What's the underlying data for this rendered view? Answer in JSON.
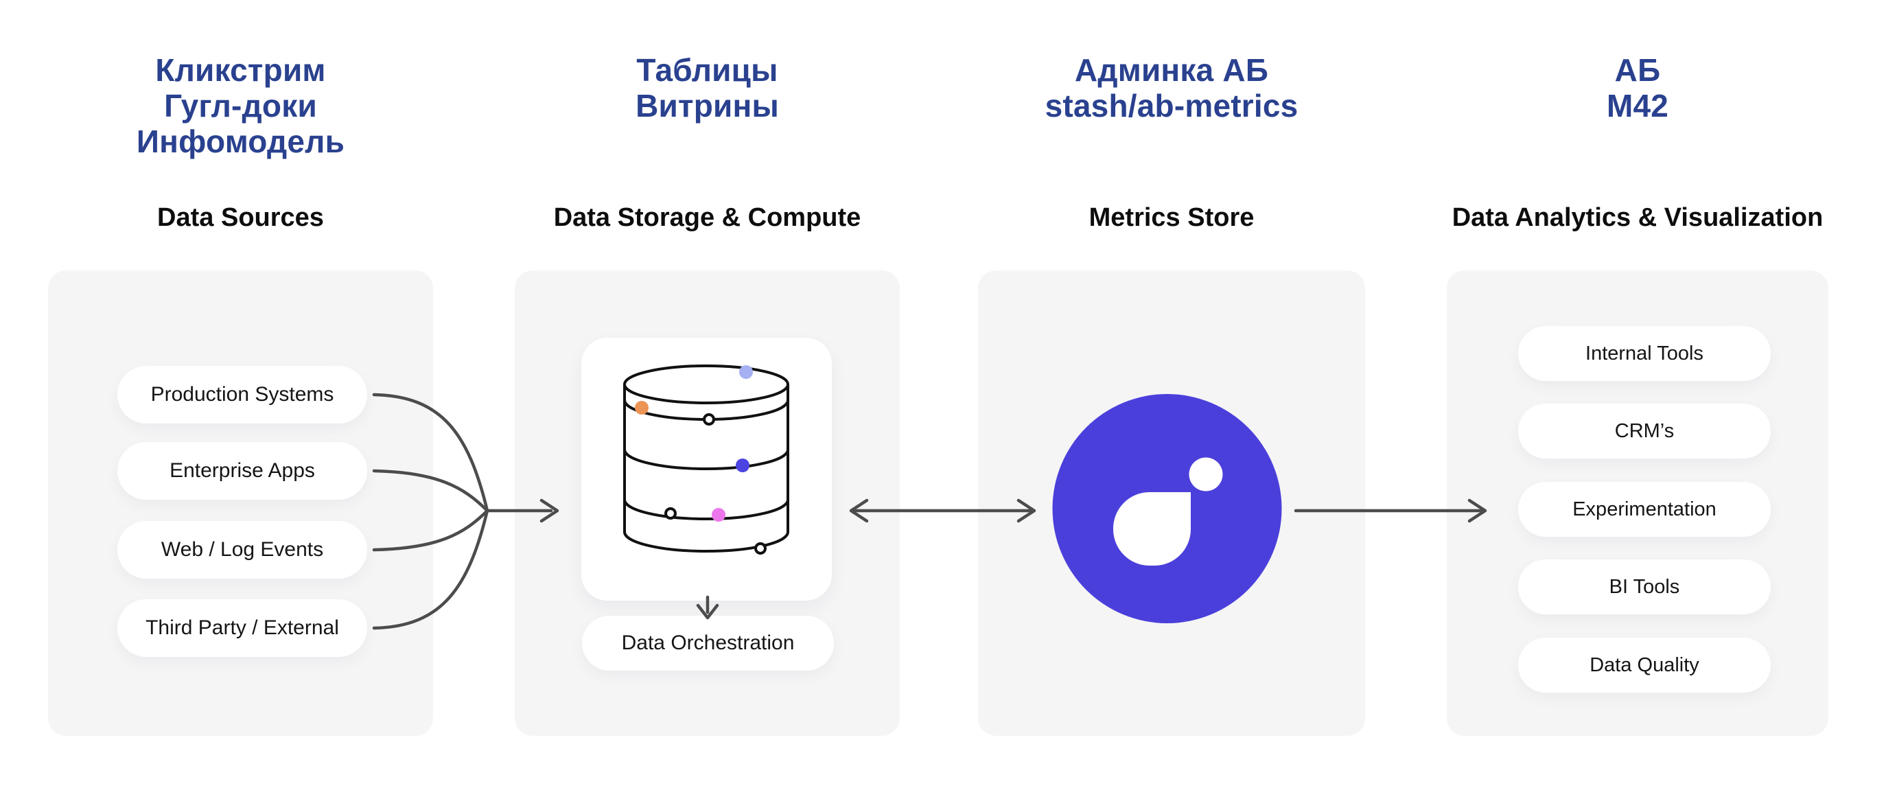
{
  "page": {
    "background": "#ffffff"
  },
  "colors": {
    "title_blue": "#2A418F",
    "subtitle_black": "#0D0D0D",
    "panel_gray": "#F5F5F6",
    "pill_white": "#FFFFFF",
    "arrow_gray": "#4C4C4C",
    "logo_purple": "#4B3FDB",
    "cylinder_stroke": "#111111",
    "dot_periwinkle": "#A5B0F3",
    "dot_orange": "#EC9455",
    "dot_indigo": "#4B44E0",
    "dot_pink": "#EC77EC",
    "ring_dot_fill": "#FFFFFF"
  },
  "columns": [
    {
      "title_lines": [
        "Кликстрим",
        "Гугл-доки",
        "Инфомодель"
      ],
      "subtitle": "Data Sources",
      "pills": [
        "Production Systems",
        "Enterprise Apps",
        "Web / Log Events",
        "Third Party / External"
      ]
    },
    {
      "title_lines": [
        "Таблицы",
        "Витрины"
      ],
      "subtitle": "Data Storage & Compute",
      "icon": "database-cylinder-icon",
      "orchestration_label": "Data Orchestration"
    },
    {
      "title_lines": [
        "Админка АБ",
        "stash/ab-metrics"
      ],
      "subtitle": "Metrics Store",
      "icon": "metrics-droplet-logo-icon"
    },
    {
      "title_lines": [
        "АБ",
        "М42"
      ],
      "subtitle": "Data Analytics & Visualization",
      "pills": [
        "Internal Tools",
        "CRM’s",
        "Experimentation",
        "BI Tools",
        "Data Quality"
      ]
    }
  ]
}
